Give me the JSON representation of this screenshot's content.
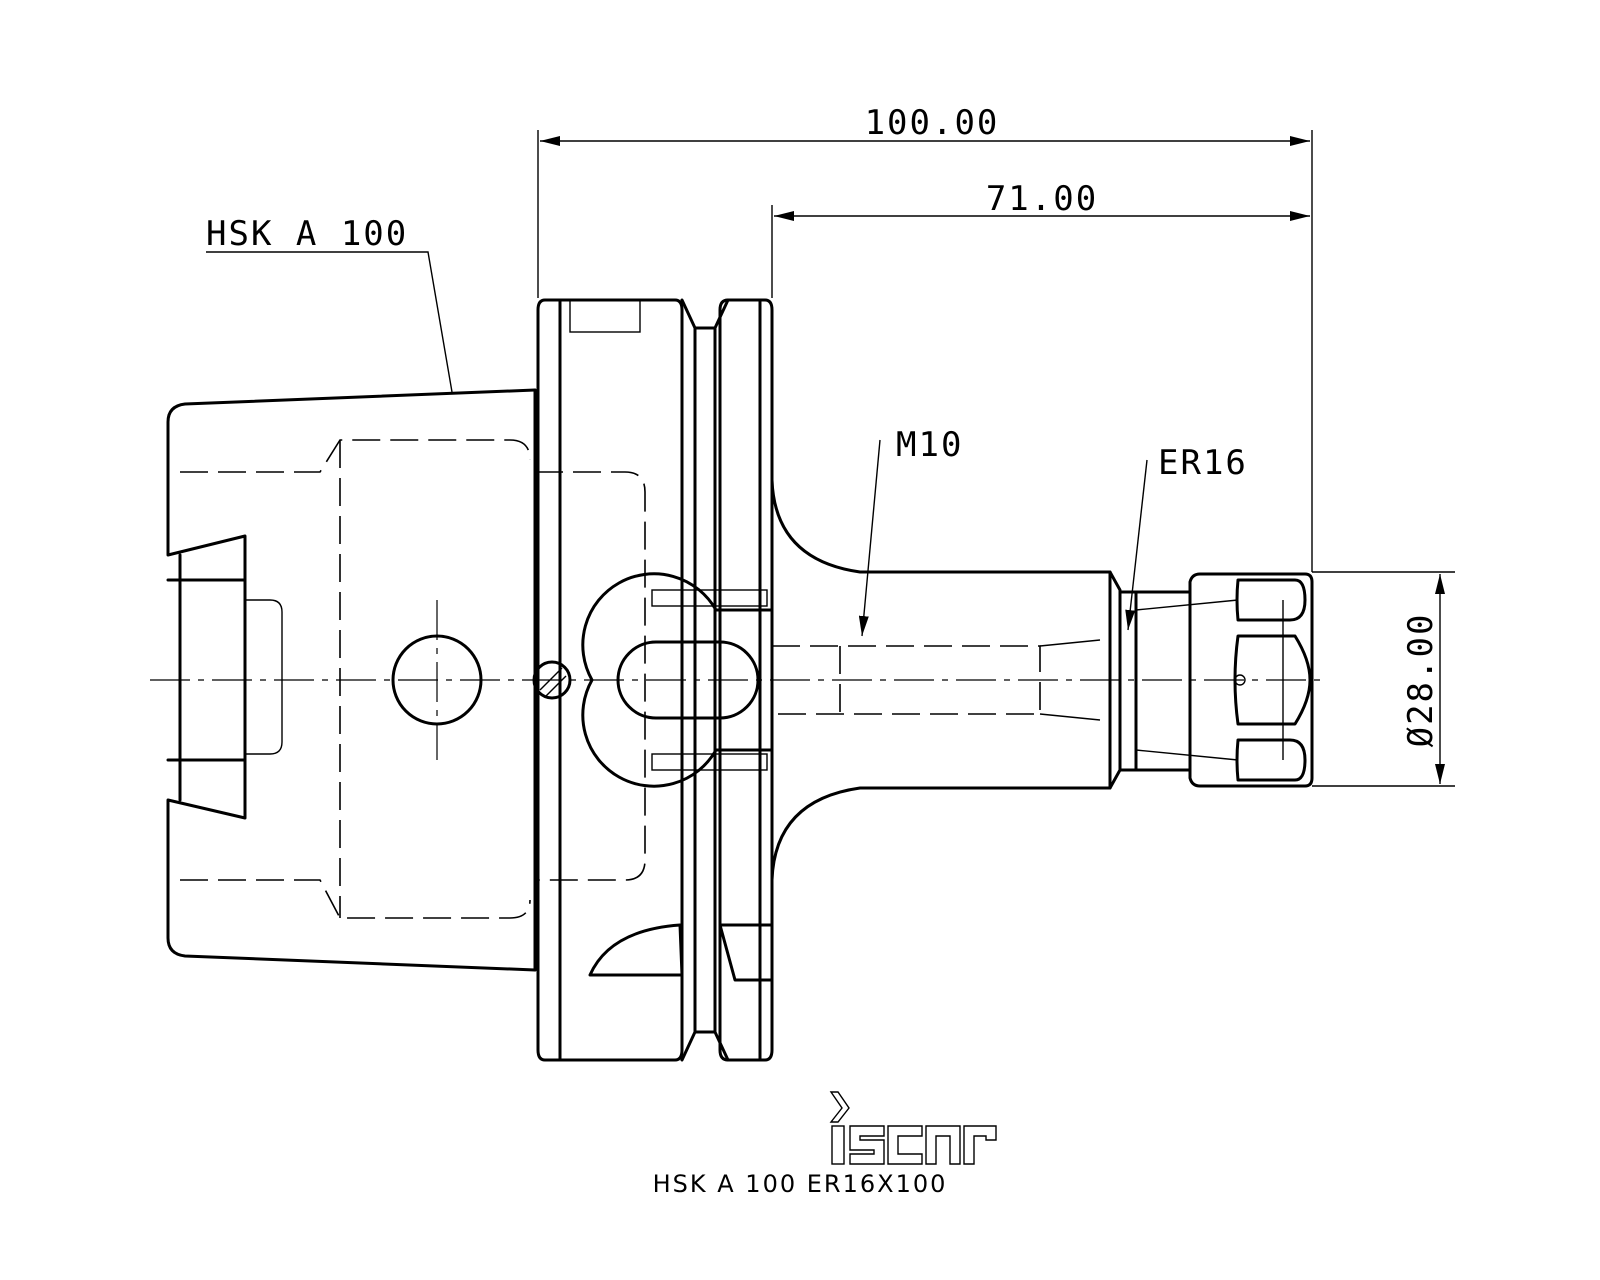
{
  "labels": {
    "overall_length": "100.00",
    "gauge_length": "71.00",
    "diameter": "Ø28.00",
    "shank": "HSK A 100",
    "thread": "M10",
    "collet": "ER16"
  },
  "logo": {
    "text": "iscar"
  },
  "caption": "HSK A 100 ER16X100"
}
